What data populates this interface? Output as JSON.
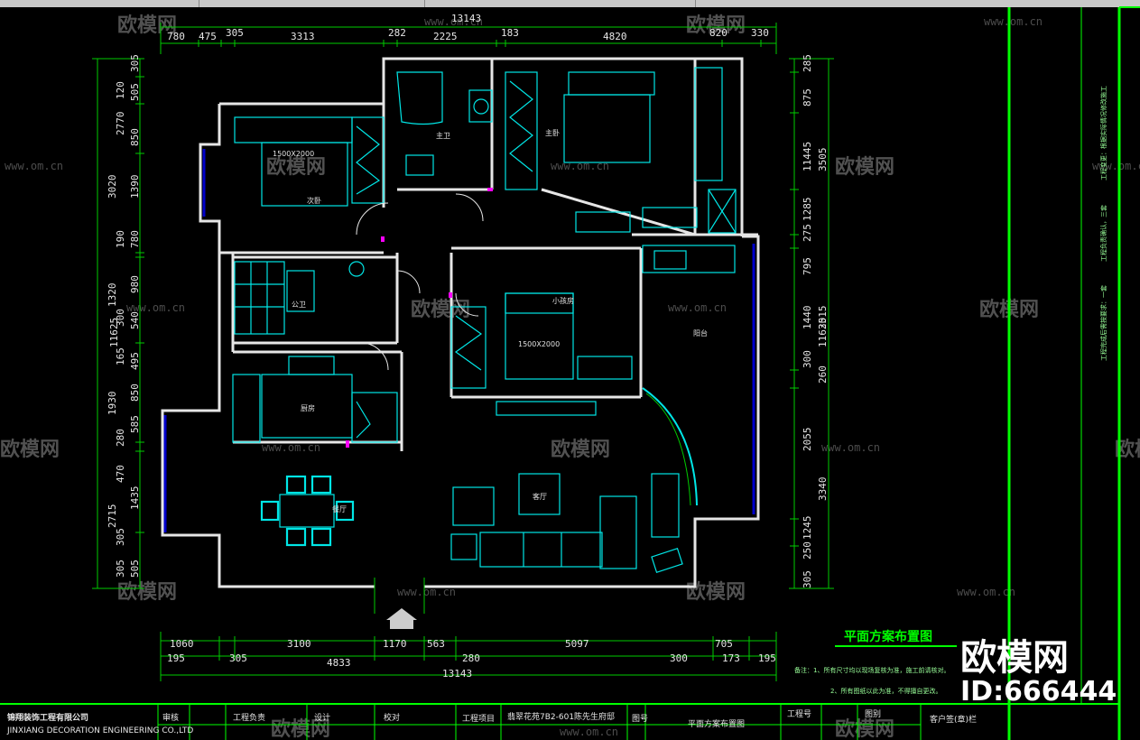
{
  "drawing": {
    "title": "平面方案布置图",
    "logo_text": "欧模网",
    "id_text": "ID:666444"
  },
  "watermark": {
    "brand": "欧模网",
    "url": "www.om.cn"
  },
  "dims": {
    "top_total": "13143",
    "top_segments": [
      "780",
      "475",
      "305",
      "3313",
      "282",
      "2225",
      "183",
      "4820",
      "820",
      "330"
    ],
    "bottom_row1": [
      "1060",
      "3100",
      "1170",
      "563",
      "5097",
      "705"
    ],
    "bottom_row2": [
      "195",
      "305",
      "4833",
      "280",
      "300",
      "173",
      "195"
    ],
    "bottom_total": "13143",
    "left_total": "11625",
    "left_segments": [
      "305",
      "120",
      "505",
      "2770",
      "850",
      "3020",
      "1390",
      "190",
      "780",
      "1320",
      "980",
      "300",
      "540",
      "165",
      "495",
      "1930",
      "850",
      "280",
      "585",
      "2715",
      "470",
      "1435",
      "305",
      "305",
      "505"
    ],
    "right_total": "11625",
    "right_segments": [
      "285",
      "875",
      "11445",
      "3505",
      "1285",
      "275",
      "795",
      "1440",
      "3015",
      "300",
      "260",
      "2055",
      "3340",
      "1245",
      "250",
      "305"
    ]
  },
  "rooms": {
    "master_bedroom": "主卧",
    "master_bath": "主卫",
    "bedroom": "次卧",
    "public_bath": "公卫",
    "kid_room": "小孩房",
    "kitchen": "厨房",
    "dining": "餐厅",
    "living": "客厅",
    "balcony": "阳台",
    "bed_size": "1500X2000"
  },
  "notes": {
    "note1": "备注：1、所有尺寸均以现场复核为准，施工前请核对。",
    "note2": "2、所有图纸以此为准，不得擅自更改。"
  },
  "title_block": {
    "company": "锦翔装饰工程有限公司",
    "company_en": "JINXIANG DECORATION ENGINEERING CO.,LTD",
    "review": "审核",
    "project_lead": "工程负责",
    "design": "设计",
    "check": "校对",
    "project_item": "工程项目",
    "project_name": "翡翠花苑7B2-601陈先生府邸",
    "sheet_name": "平面方案布置图",
    "drawing_no": "工程号",
    "drawing": "图别",
    "client_sign": "客户签(章)栏",
    "mini_label": "图号",
    "side_note1": "工程完成后需按要求：一套",
    "side_note2": "工程负责确认，三套",
    "side_note3": "工程变更：根据实际情况修改施工"
  },
  "colors": {
    "background": "#000000",
    "wall": "#e6e6e6",
    "furniture": "#00e6e6",
    "dimension": "#00cc00",
    "frame": "#00ff00",
    "accent": "#ff00ff",
    "glass": "#0000cc"
  }
}
